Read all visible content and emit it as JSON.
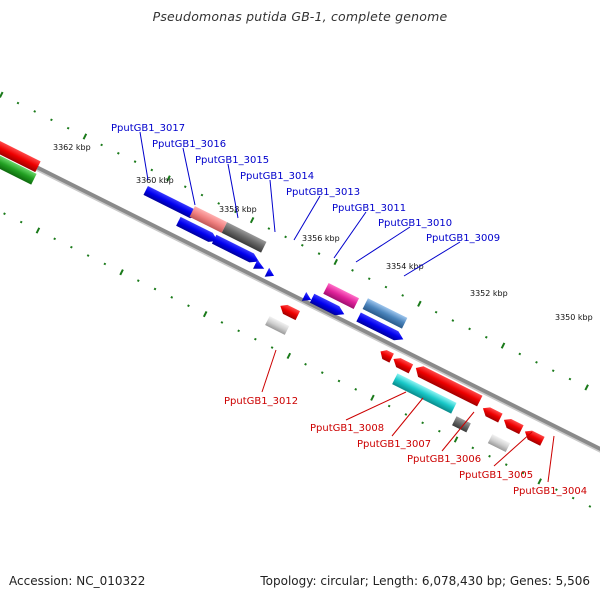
{
  "title": "Pseudomonas putida GB-1, complete genome",
  "footer": {
    "accession": "Accession: NC_010322",
    "summary": "Topology: circular; Length: 6,078,430 bp; Genes: 5,506"
  },
  "colors": {
    "top_labels": "#0000cc",
    "bottom_labels": "#cc0000",
    "tick_marks": "#1a7a1a",
    "backbone": "#8a8a8a"
  },
  "scale": {
    "tick_labels": [
      "3362 kbp",
      "3360 kbp",
      "3358 kbp",
      "3356 kbp",
      "3354 kbp",
      "3352 kbp",
      "3350 kbp"
    ]
  },
  "genes_top_strand": [
    "PputGB1_3017",
    "PputGB1_3016",
    "PputGB1_3015",
    "PputGB1_3014",
    "PputGB1_3013",
    "PputGB1_3011",
    "PputGB1_3010",
    "PputGB1_3009"
  ],
  "genes_bottom_strand": [
    "PputGB1_3012",
    "PputGB1_3008",
    "PputGB1_3007",
    "PputGB1_3006",
    "PputGB1_3005",
    "PputGB1_3004"
  ]
}
